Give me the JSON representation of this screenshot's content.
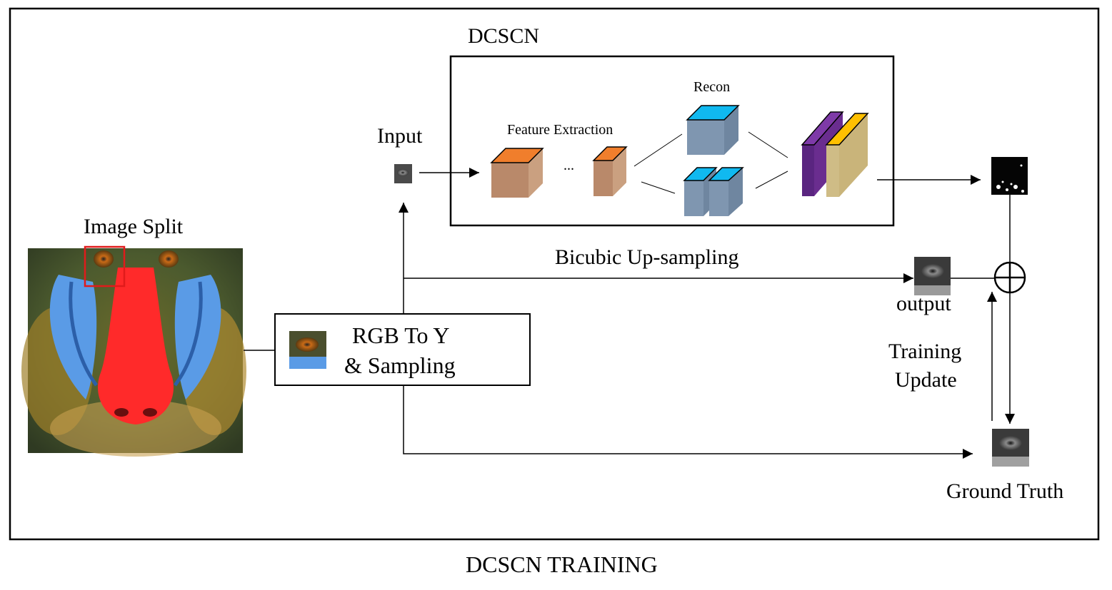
{
  "title": "DCSCN TRAINING",
  "labels": {
    "dcscn": "DCSCN",
    "image_split": "Image Split",
    "input": "Input",
    "feature_extraction": "Feature Extraction",
    "ellipsis": "...",
    "recon": "Recon",
    "bicubic": "Bicubic Up-sampling",
    "rgb_line1": "RGB To Y",
    "rgb_line2": "& Sampling",
    "output": "output",
    "training_line1": "Training",
    "training_line2": "Update",
    "ground_truth": "Ground Truth"
  },
  "colors": {
    "orange_top": "#f07e2c",
    "orange_front": "#b9896a",
    "orange_side": "#caa080",
    "cyan_top": "#10b9f0",
    "steel_front": "#7f96b0",
    "steel_side": "#6f86a0",
    "purple": "#6a2d8f",
    "gold_top": "#ffc000",
    "tan": "#cfbc86",
    "mandrill_red": "#ff2a2a",
    "mandrill_blue": "#5a9be6"
  }
}
